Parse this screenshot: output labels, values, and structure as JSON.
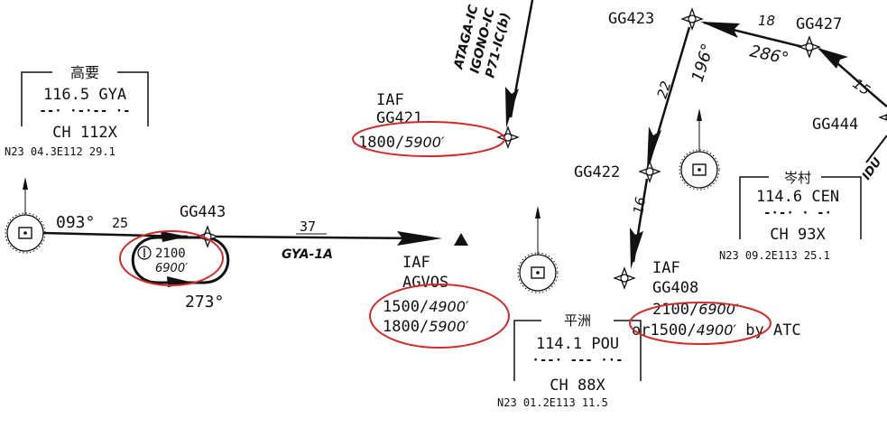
{
  "navaids": {
    "gya": {
      "name": "高要",
      "freq": "116.5 GYA",
      "morse": "--· ·-·-- ·-",
      "channel": "CH 112X",
      "coord": "N23 04.3E112 29.1"
    },
    "pou": {
      "name": "平洲",
      "freq": "114.1 POU",
      "morse": "·--· --- ··-",
      "channel": "CH 88X",
      "coord": "N23 01.2E113 11.5"
    },
    "cen": {
      "name": "岑村",
      "freq": "114.6 CEN",
      "morse": "-·-· · -·",
      "channel": "CH 93X",
      "coord": "N23 09.2E113 25.1"
    }
  },
  "fixes": {
    "gg421": {
      "label": "GG421",
      "iaf": "IAF",
      "alt": "1800/",
      "alt_ft": "5900′"
    },
    "gg423": {
      "label": "GG423"
    },
    "gg427": {
      "label": "GG427"
    },
    "gg444": {
      "label": "GG444"
    },
    "gg422": {
      "label": "GG422"
    },
    "gg443": {
      "label": "GG443"
    },
    "agvos": {
      "iaf": "IAF",
      "label": "AGVOS",
      "alt1": "1500/",
      "alt1_ft": "4900′",
      "alt2": "1800/",
      "alt2_ft": "5900′"
    },
    "gg408": {
      "iaf": "IAF",
      "label": "GG408",
      "alt1": "2100/",
      "alt1_ft": "6900′",
      "alt2": "or1500/",
      "alt2_ft": "4900′",
      "alt2_suffix": " by ATC"
    }
  },
  "holding": {
    "alt": "2100",
    "alt_ft": "6900′",
    "inbound": "273°"
  },
  "routes": {
    "gya_to_gg443": {
      "course": "093°",
      "distance": "25"
    },
    "gg443_to_agvos": {
      "distance": "37",
      "name": "GYA-1A"
    },
    "gg427_to_gg423": {
      "distance": "18",
      "course": "286°"
    },
    "gg444_to_gg427": {
      "distance": "15"
    },
    "gg423_to_gg422": {
      "distance": "22",
      "course": "196°"
    },
    "gg422_to_gg408": {
      "distance": "16"
    },
    "arrival_north": {
      "line1": "ATAGA-IC",
      "line2": "IGONO-IC",
      "line3": "P71-IC(b)"
    },
    "arrival_east": {
      "text": "IDU"
    }
  },
  "colors": {
    "ink": "#111111",
    "highlight": "#d42a2a"
  }
}
